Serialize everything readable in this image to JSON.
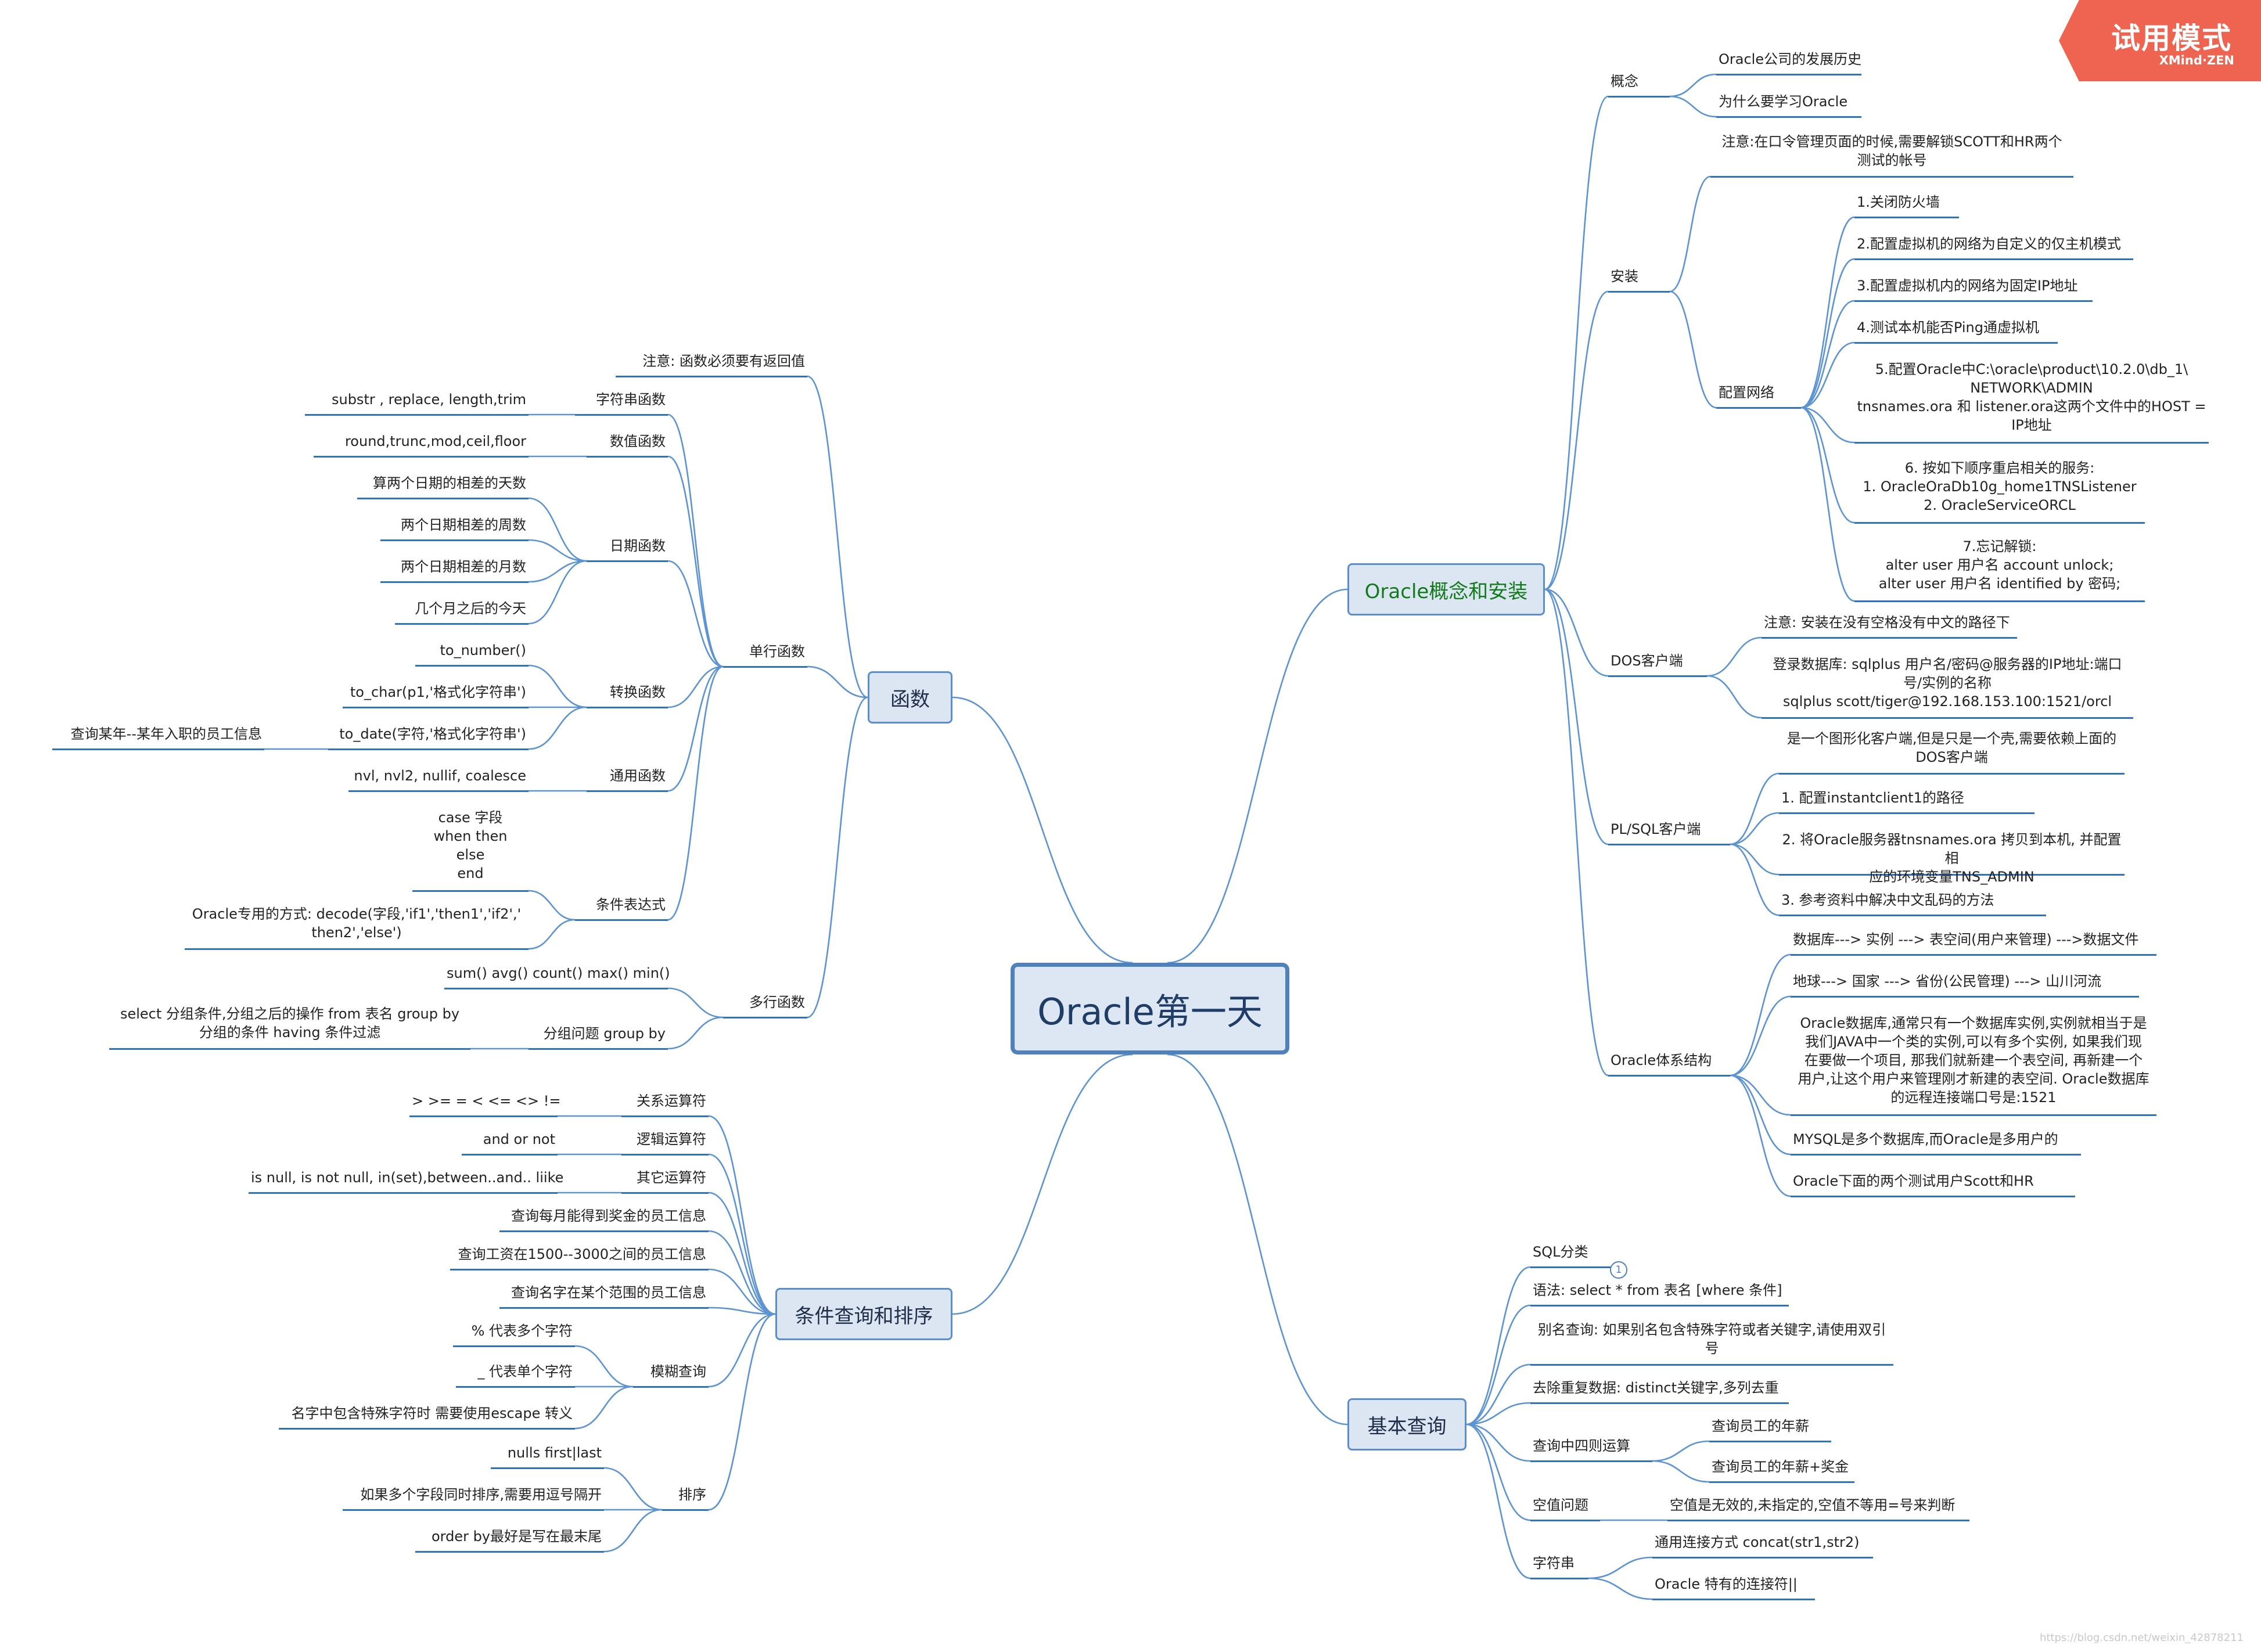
{
  "trial": {
    "title": "试用模式",
    "brand": "XMind·ZEN"
  },
  "watermark": "https://blog.csdn.net/weixin_42878211",
  "central": "Oracle第一天",
  "branches": {
    "install": "Oracle概念和安装",
    "func": "函数",
    "cond": "条件查询和排序",
    "basic": "基本查询"
  },
  "install": {
    "concept": "概念",
    "concept_history": "Oracle公司的发展历史",
    "concept_why": "为什么要学习Oracle",
    "setup": "安装",
    "setup_note": "注意:在口令管理页面的时候,需要解锁SCOTT和HR两个\n测试的帐号",
    "network": "配置网络",
    "net_1": "1.关闭防火墙",
    "net_2": "2.配置虚拟机的网络为自定义的仅主机模式",
    "net_3": "3.配置虚拟机内的网络为固定IP地址",
    "net_4": "4.测试本机能否Ping通虚拟机",
    "net_5": "5.配置Oracle中C:\\oracle\\product\\10.2.0\\db_1\\\nNETWORK\\ADMIN\ntnsnames.ora 和 listener.ora这两个文件中的HOST =\nIP地址",
    "net_6": "6. 按如下顺序重启相关的服务:\n1.  OracleOraDb10g_home1TNSListener\n2.  OracleServiceORCL",
    "net_7": "7.忘记解锁:\nalter user 用户名 account unlock;\nalter user 用户名 identified by 密码;",
    "dos": "DOS客户端",
    "dos_note": "注意: 安装在没有空格没有中文的路径下",
    "dos_login": "登录数据库: sqlplus 用户名/密码@服务器的IP地址:端口\n号/实例的名称\nsqlplus scott/tiger@192.168.153.100:1521/orcl",
    "plsql": "PL/SQL客户端",
    "plsql_desc": "是一个图形化客户端,但是只是一个壳,需要依赖上面的\nDOS客户端",
    "plsql_1": "1. 配置instantclient1的路径",
    "plsql_2": "2. 将Oracle服务器tnsnames.ora 拷贝到本机, 并配置相\n应的环境变量TNS_ADMIN",
    "plsql_3": "3. 参考资料中解决中文乱码的方法",
    "arch": "Oracle体系结构",
    "arch_1": "数据库---> 实例 ---> 表空间(用户来管理) --->数据文件",
    "arch_2": "地球---> 国家 ---> 省份(公民管理)  ---> 山川河流",
    "arch_3": "Oracle数据库,通常只有一个数据库实例,实例就相当于是\n我们JAVA中一个类的实例,可以有多个实例, 如果我们现\n在要做一个项目, 那我们就新建一个表空间, 再新建一个\n用户,让这个用户来管理刚才新建的表空间. Oracle数据库\n的远程连接端口号是:1521",
    "arch_4": "MYSQL是多个数据库,而Oracle是多用户的",
    "arch_5": "Oracle下面的两个测试用户Scott和HR"
  },
  "func": {
    "note": "注意: 函数必须要有返回值",
    "single": "单行函数",
    "str": "字符串函数",
    "str_val": "substr , replace, length,trim",
    "num": "数值函数",
    "num_val": "round,trunc,mod,ceil,floor",
    "date": "日期函数",
    "date_1": "算两个日期的相差的天数",
    "date_2": "两个日期相差的周数",
    "date_3": "两个日期相差的月数",
    "date_4": "几个月之后的今天",
    "conv": "转换函数",
    "conv_1": "to_number()",
    "conv_2": "to_char(p1,'格式化字符串')",
    "conv_3": "to_date(字符,'格式化字符串')",
    "conv_3_child": "查询某年--某年入职的员工信息",
    "general": "通用函数",
    "general_val": "nvl, nvl2, nullif, coalesce",
    "cexpr": "条件表达式",
    "cexpr_1": "case 字段\nwhen then\nelse\nend",
    "cexpr_2": "Oracle专用的方式: decode(字段,'if1','then1','if2','\nthen2','else')",
    "multi": "多行函数",
    "agg": "sum() avg() count() max() min()",
    "group": "分组问题 group by",
    "group_child": "select 分组条件,分组之后的操作 from 表名 group by\n分组的条件 having 条件过滤"
  },
  "cond": {
    "rel": "关系运算符",
    "rel_val": "> >= = < <= <> !=",
    "logic": "逻辑运算符",
    "logic_val": "and or not",
    "other": "其它运算符",
    "other_val": "is null, is not null, in(set),between..and..   liike",
    "q1": "查询每月能得到奖金的员工信息",
    "q2": "查询工资在1500--3000之间的员工信息",
    "q3": "查询名字在某个范围的员工信息",
    "fuzzy": "模糊查询",
    "fuzzy_1": "% 代表多个字符",
    "fuzzy_2": "_ 代表单个字符",
    "fuzzy_3": "名字中包含特殊字符时 需要使用escape 转义",
    "sort": "排序",
    "sort_1": "nulls first|last",
    "sort_2": "如果多个字段同时排序,需要用逗号隔开",
    "sort_3": "order by最好是写在最末尾"
  },
  "basic": {
    "sqlcat": "SQL分类",
    "sqlcat_badge": "1",
    "syntax": "语法: select * from 表名 [where 条件]",
    "alias": "别名查询: 如果别名包含特殊字符或者关键字,请使用双引\n号",
    "distinct": "去除重复数据: distinct关键字,多列去重",
    "arith": "查询中四则运算",
    "arith_1": "查询员工的年薪",
    "arith_2": "查询员工的年薪+奖金",
    "nullq": "空值问题",
    "null_val": "空值是无效的,未指定的,空值不等用=号来判断",
    "strc": "字符串",
    "str_1": "通用连接方式 concat(str1,str2)",
    "str_2": "Oracle 特有的连接符||"
  }
}
